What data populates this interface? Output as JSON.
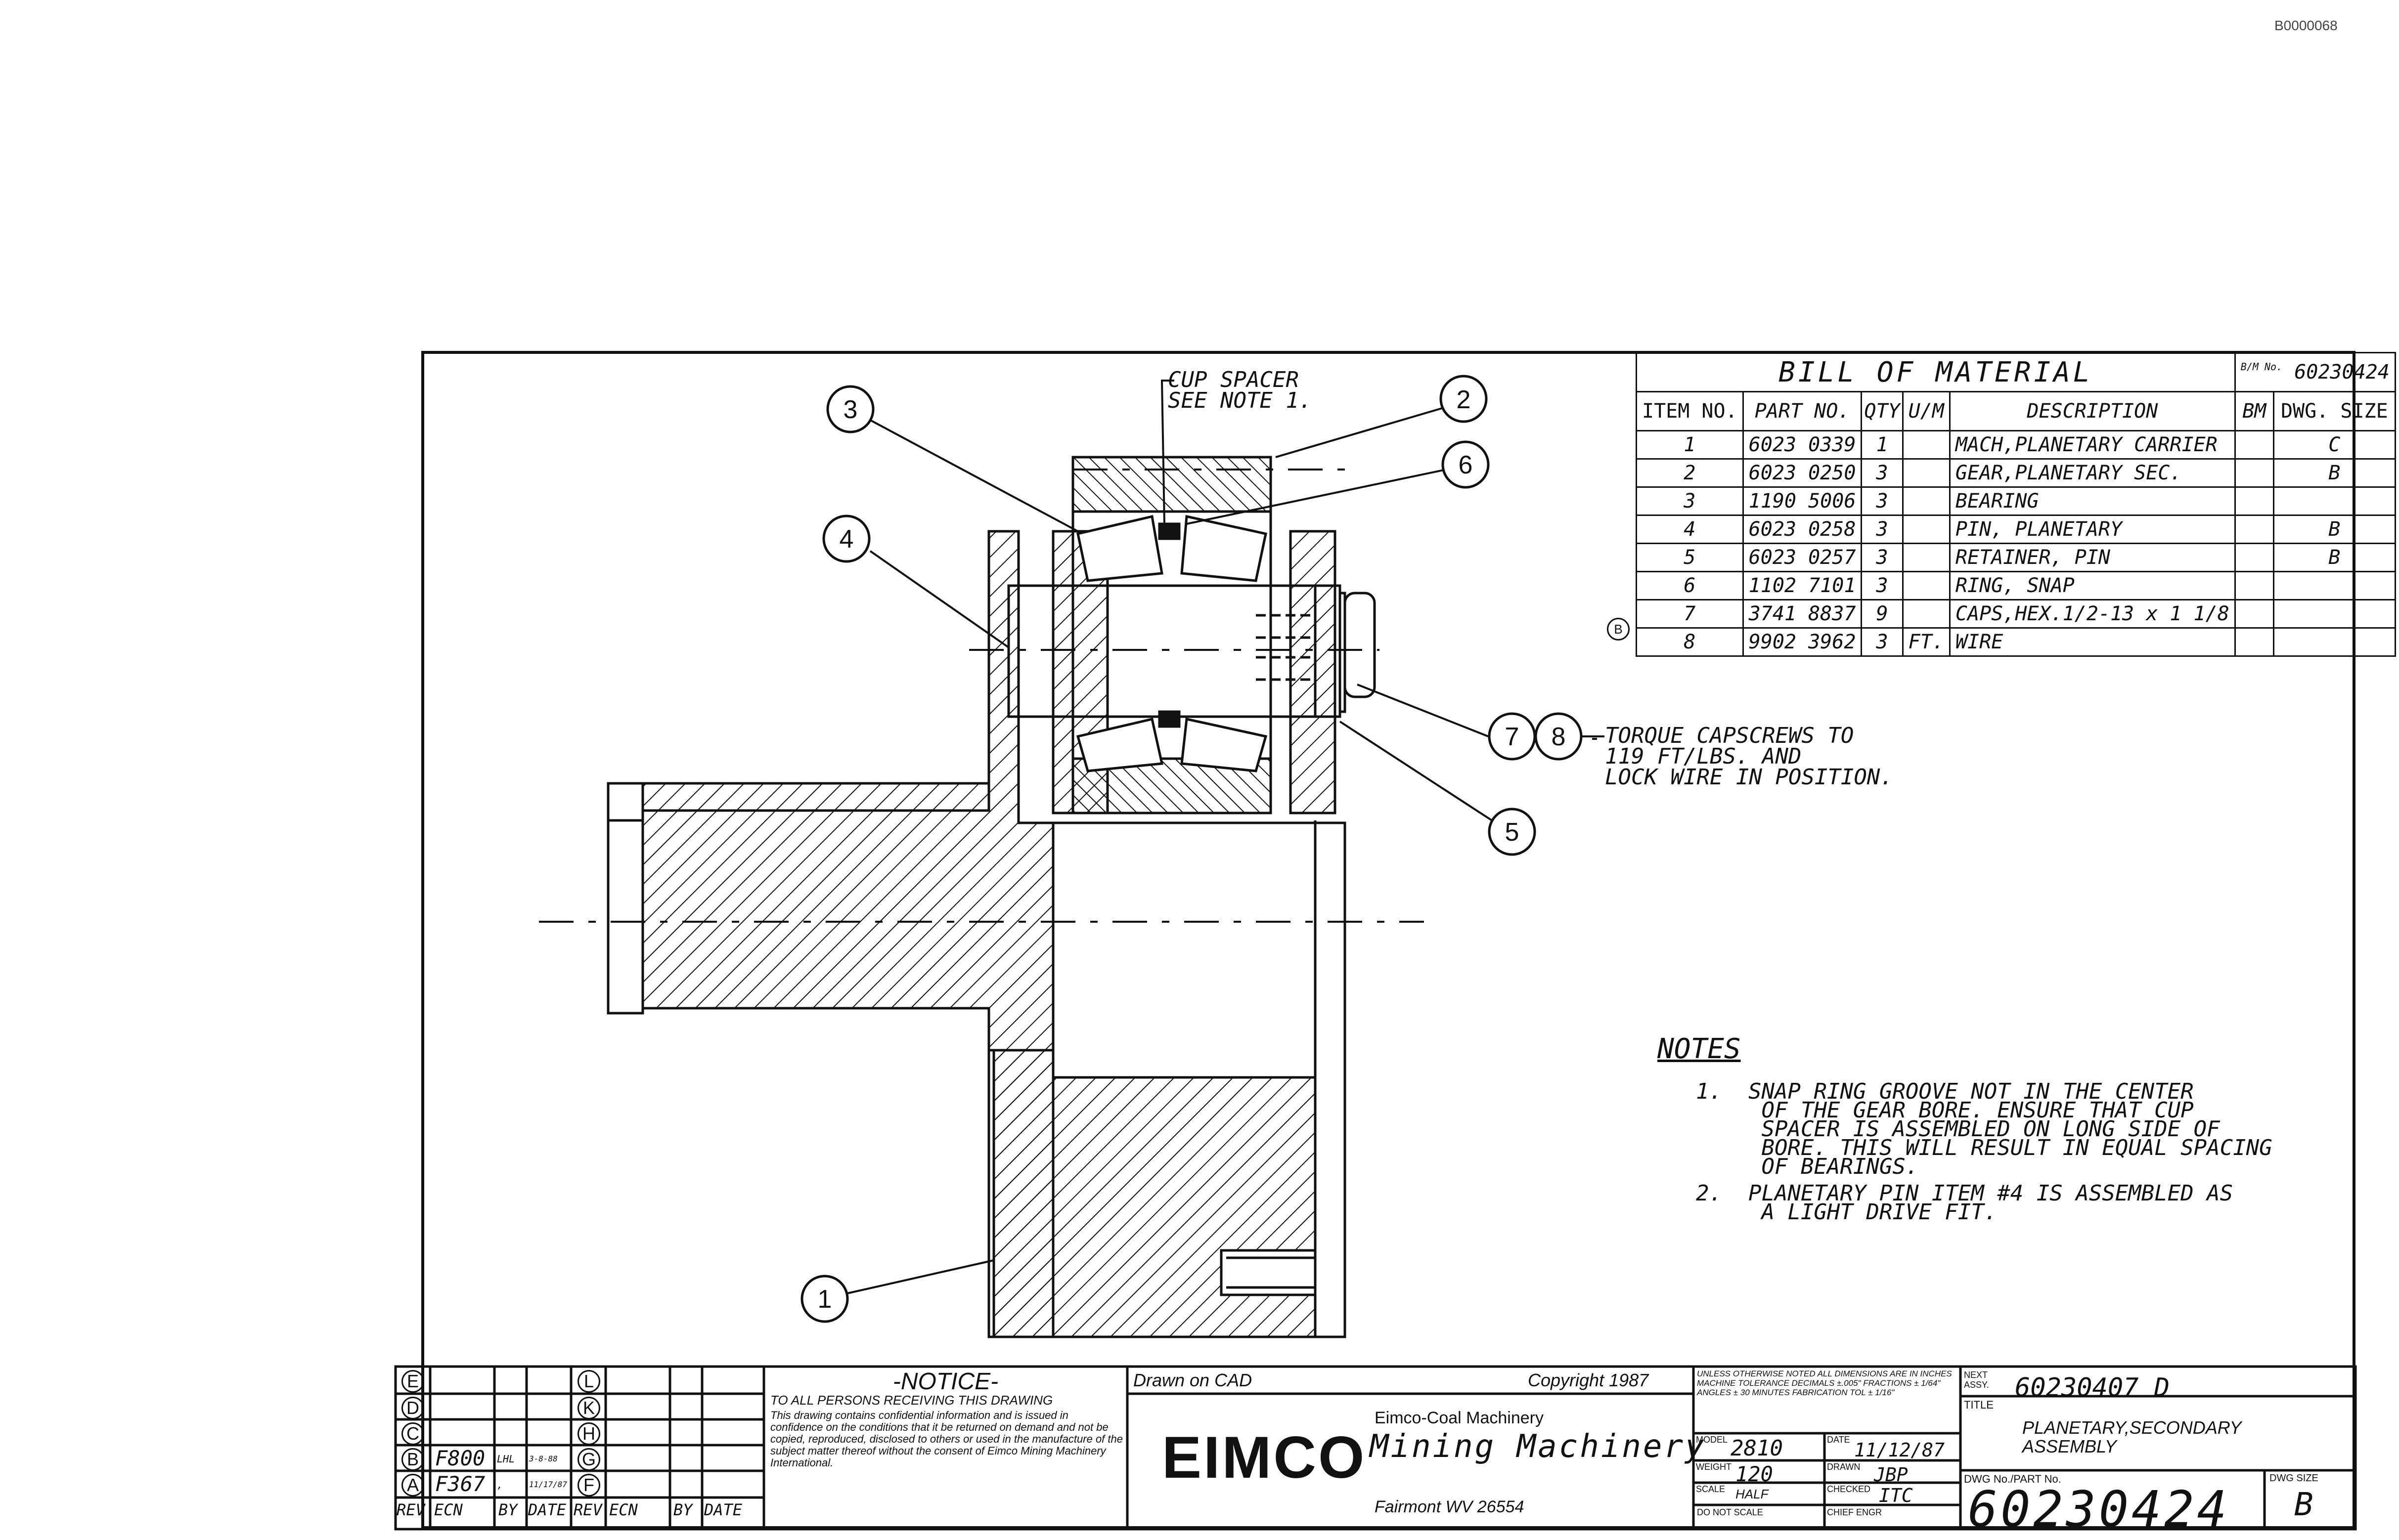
{
  "doc_id": "B0000068",
  "callouts": {
    "cup_spacer": "CUP SPACER\nSEE NOTE 1.",
    "torque": "TORQUE CAPSCREWS TO\n119 FT/LBS. AND\nLOCK WIRE IN POSITION.",
    "balloons": [
      "1",
      "2",
      "3",
      "4",
      "5",
      "6",
      "7",
      "8"
    ]
  },
  "bom": {
    "title": "BILL OF MATERIAL",
    "bm_no_label": "B/M No.",
    "bm_no": "60230424",
    "headers": {
      "item": "ITEM NO.",
      "part": "PART NO.",
      "qty": "QTY",
      "um": "U/M",
      "desc": "DESCRIPTION",
      "bm": "BM",
      "size": "DWG. SIZE"
    },
    "rows": [
      {
        "item": "1",
        "part": "6023 0339",
        "qty": "1",
        "um": "",
        "desc": "MACH,PLANETARY CARRIER",
        "bm": "",
        "size": "C"
      },
      {
        "item": "2",
        "part": "6023 0250",
        "qty": "3",
        "um": "",
        "desc": "GEAR,PLANETARY SEC.",
        "bm": "",
        "size": "B"
      },
      {
        "item": "3",
        "part": "1190 5006",
        "qty": "3",
        "um": "",
        "desc": "BEARING",
        "bm": "",
        "size": ""
      },
      {
        "item": "4",
        "part": "6023 0258",
        "qty": "3",
        "um": "",
        "desc": "PIN, PLANETARY",
        "bm": "",
        "size": "B"
      },
      {
        "item": "5",
        "part": "6023 0257",
        "qty": "3",
        "um": "",
        "desc": "RETAINER, PIN",
        "bm": "",
        "size": "B"
      },
      {
        "item": "6",
        "part": "1102 7101",
        "qty": "3",
        "um": "",
        "desc": "RING, SNAP",
        "bm": "",
        "size": ""
      },
      {
        "item": "7",
        "part": "3741 8837",
        "qty": "9",
        "um": "",
        "desc": "CAPS,HEX.1/2-13 x 1 1/8",
        "bm": "",
        "size": ""
      },
      {
        "item": "8",
        "part": "9902 3962",
        "qty": "3",
        "um": "FT.",
        "desc": "WIRE",
        "bm": "",
        "size": ""
      }
    ],
    "rev_marker": "B"
  },
  "notes": {
    "title": "NOTES",
    "items": [
      "1.  SNAP RING GROOVE NOT IN THE CENTER\n     OF THE GEAR BORE. ENSURE THAT CUP\n     SPACER IS ASSEMBLED ON LONG SIDE OF\n     BORE. THIS WILL RESULT IN EQUAL SPACING\n     OF BEARINGS.",
      "2.  PLANETARY PIN ITEM #4 IS ASSEMBLED AS\n     A LIGHT DRIVE FIT."
    ]
  },
  "title_block": {
    "rev_letters_left": [
      "E",
      "D",
      "C",
      "B",
      "A"
    ],
    "rev_letters_right": [
      "L",
      "K",
      "H",
      "G",
      "F"
    ],
    "rev_rows": [
      {
        "ecn": "",
        "by": "",
        "date": ""
      },
      {
        "ecn": "",
        "by": "",
        "date": ""
      },
      {
        "ecn": "",
        "by": "",
        "date": ""
      },
      {
        "ecn": "F800",
        "by": "LHL",
        "date": "3-8-88"
      },
      {
        "ecn": "F367",
        "by": ",",
        "date": "11/17/87"
      }
    ],
    "rev_headers": [
      "REV",
      "ECN",
      "BY",
      "DATE",
      "REV",
      "ECN",
      "BY",
      "DATE"
    ],
    "notice_title": "-NOTICE-",
    "notice_lead": "TO ALL PERSONS RECEIVING THIS DRAWING",
    "notice_body": "This drawing contains confidential information and is issued in confidence on the conditions that it be returned on demand and not be copied, reproduced, disclosed to others or used in the manufacture of the subject matter thereof without the consent of Eimco Mining Machinery International.",
    "drawn_on": "Drawn on CAD",
    "copyright": "Copyright 1987",
    "company_small": "Eimco-Coal Machinery",
    "logo": "EIMCO",
    "company": "Mining Machinery",
    "location": "Fairmont WV 26554",
    "tolerance_note": "UNLESS OTHERWISE NOTED ALL DIMENSIONS ARE IN INCHES  MACHINE TOLERANCE DECIMALS ±.005\" FRACTIONS ± 1/64\" ANGLES ± 30 MINUTES  FABRICATION TOL ± 1/16\"",
    "model_label": "MODEL",
    "model": "2810",
    "date_label": "DATE",
    "date": "11/12/87",
    "weight_label": "WEIGHT",
    "weight": "120",
    "drawn_label": "DRAWN",
    "drawn": "JBP",
    "scale_label": "SCALE",
    "scale": "HALF",
    "checked_label": "CHECKED",
    "checked": "ITC",
    "do_not_scale": "DO NOT SCALE",
    "chief_label": "CHIEF ENGR",
    "next_assy_label": "NEXT ASSY.",
    "next_assy": "60230407 D",
    "title_label": "TITLE",
    "title": "PLANETARY,SECONDARY\nASSEMBLY",
    "dwg_no_label": "DWG No./PART No.",
    "dwg_no": "60230424",
    "dwg_size_label": "DWG SIZE",
    "dwg_size": "B"
  }
}
